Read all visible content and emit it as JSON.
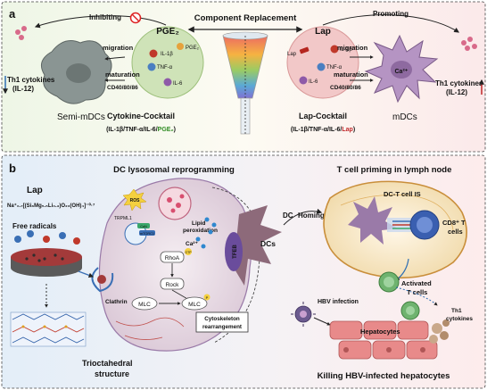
{
  "panel_a": {
    "label": "a",
    "top_center": "Component Replacement",
    "left": {
      "inhibiting": "Inhibiting",
      "pge2_header": "PGE₂",
      "migration": "migration",
      "maturation": "maturation",
      "markers": "CD40/80/86",
      "th1_cytokines": "Th1 cytokines",
      "il12": "(IL-12)",
      "cell_name": "Semi-mDCs",
      "cocktail_title": "Cytokine-Cocktail",
      "cocktail_formula_prefix": "(IL-1β/TNF-α/IL-6/",
      "cocktail_formula_hl": "PGE₂",
      "cocktail_formula_suffix": ")",
      "droplet_labels": {
        "il1b": "IL-1β",
        "pge2": "PGE₂",
        "tnfa": "TNF-α",
        "il6": "IL-6"
      }
    },
    "right": {
      "lap_header": "Lap",
      "promoting": "Promoting",
      "migration": "migration",
      "maturation": "maturation",
      "markers": "CD40/80/86",
      "th1_cytokines": "Th1 cytokines",
      "il12": "(IL-12)",
      "cell_name": "mDCs",
      "ca": "Ca²⁺",
      "cocktail_title": "Lap-Cocktail",
      "cocktail_formula_prefix": "(IL-1β/TNF-α/IL-6/",
      "cocktail_formula_hl": "Lap",
      "cocktail_formula_suffix": ")",
      "droplet_labels": {
        "lap": "Lap",
        "il1b": "IL-1β",
        "tnfa": "TNF-α",
        "il6": "IL-6"
      }
    }
  },
  "panel_b": {
    "label": "b",
    "lap_title": "Lap",
    "lap_formula": "Na⁺₀.₇[(Si₈Mg₅.₅Li₀.₃)O₂₀(OH)₄]⁻⁰·⁷",
    "free_radicals": "Free radicals",
    "trioctahedral_line1": "Trioctahedral",
    "trioctahedral_line2": "structure",
    "reprogramming_title": "DC lysosomal reprogramming",
    "ros": "ROS",
    "trpml1": "TRPML1",
    "calcium_n": "CaN",
    "mtorc1": "mTORC1",
    "lipid_peroxidation_1": "Lipid",
    "lipid_peroxidation_2": "peroxidation",
    "ca": "Ca²⁺",
    "clathrin": "Clathrin",
    "rhoa": "RhoA",
    "rock": "Rock",
    "mlc_left": "MLC",
    "mlc_right": "MLC",
    "gtp": "GTP",
    "p": "P",
    "cytoskeleton_1": "Cytoskeleton",
    "cytoskeleton_2": "rearrangement",
    "tfeb": "TFEB",
    "dcs": "DCs",
    "homing_dc": "DC",
    "homing": "Homing",
    "tcell_title": "T cell priming in lymph node",
    "dc_t_is": "DC-T cell IS",
    "cd8_1": "CD8⁺ T",
    "cd8_2": "cells",
    "activated_1": "Activated",
    "activated_2": "T cells",
    "hbv_infection": "HBV infection",
    "hepatocytes": "Hepatocytes",
    "th1_1": "Th1",
    "th1_2": "cytokines",
    "killing": "Killing HBV-infected hepatocytes"
  },
  "colors": {
    "panel_a_left_bg": "#f1f6ea",
    "panel_a_right_bg": "#fbeeee",
    "panel_b_left_bg": "#e8f1f8",
    "panel_b_right_bg": "#fdeeee",
    "pge2_green": "#2e8b22",
    "lap_red": "#c0282b",
    "semi_mdc": "#7f8c8a",
    "mdc": "#a98bb5",
    "cell_purple": "#9a7aa8",
    "dc_mauve": "#8d6a7a"
  }
}
